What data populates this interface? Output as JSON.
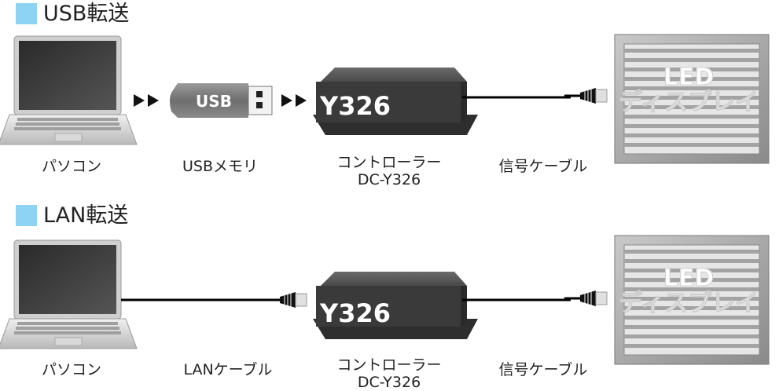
{
  "sections": [
    {
      "title": "USB転送",
      "captions": {
        "pc": "パソコン",
        "media": "USBメモリ",
        "controller_line1": "コントローラー",
        "controller_line2": "DC-Y326",
        "signal_cable": "信号ケーブル"
      },
      "usb_label": "USB",
      "controller_label": "Y326",
      "panel_line1": "LED",
      "panel_line2": "ディスプレイ"
    },
    {
      "title": "LAN転送",
      "captions": {
        "pc": "パソコン",
        "media": "LANケーブル",
        "controller_line1": "コントローラー",
        "controller_line2": "DC-Y326",
        "signal_cable": "信号ケーブル"
      },
      "controller_label": "Y326",
      "panel_line1": "LED",
      "panel_line2": "ディスプレイ"
    }
  ],
  "colors": {
    "accent": "#8fd3f4",
    "device_dark": "#3a3a3a",
    "usb_body": "#7a7a7a",
    "panel_frame": "#9a9a9a"
  }
}
